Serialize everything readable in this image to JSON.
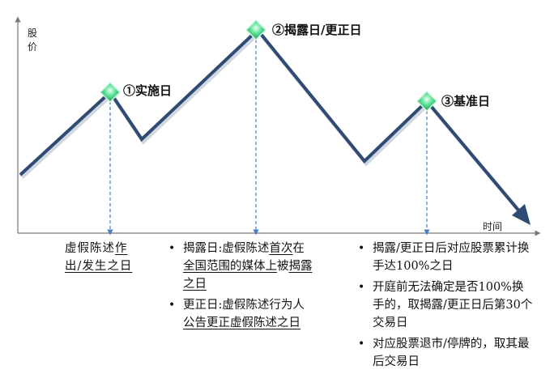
{
  "axes": {
    "y_label_line1": "股",
    "y_label_line2": "价",
    "x_label": "时间"
  },
  "points": [
    {
      "label": "①实施日"
    },
    {
      "label": "②揭露日/更正日"
    },
    {
      "label": "③基准日"
    }
  ],
  "col1": {
    "line1_a": "虚假陈述",
    "line1_b": "作",
    "line2": "出/发生之日"
  },
  "col2": {
    "item1": {
      "a": "揭露日:虚假陈述",
      "b": "首次",
      "c": "在",
      "d": "全国范围的媒体上",
      "e": "被",
      "f": "揭露",
      "g": "之日"
    },
    "item2": {
      "a": "更正日:虚假陈述行为人",
      "b": "公告更正虚假陈述之日"
    }
  },
  "col3": {
    "item1": "揭露/更正日后对应股票累计换手达100%之日",
    "item2": "开庭前无法确定是否100%换手的，取揭露/更正日后第30个交易日",
    "item3": "对应股票退市/停牌的，取其最后交易日"
  },
  "colors": {
    "line": "#2f4a73",
    "marker": "#3ecf7a",
    "dashed": "#4a7fc1",
    "axis": "#777777"
  }
}
